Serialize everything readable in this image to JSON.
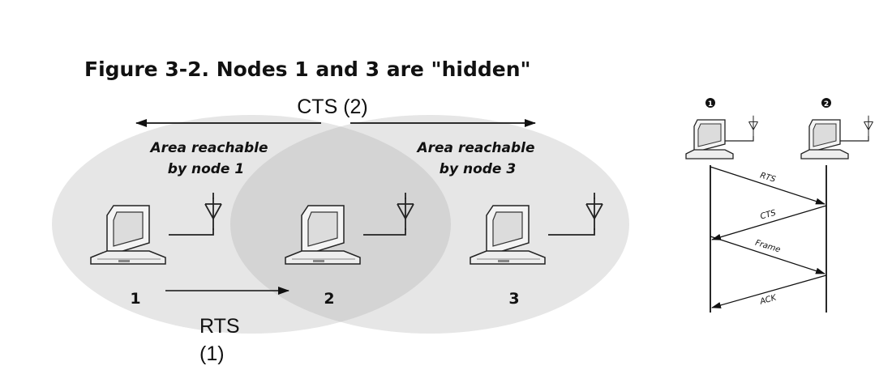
{
  "figure": {
    "title": "Figure 3-2. Nodes 1 and 3 are \"hidden\"",
    "cts_label": "CTS (2)",
    "rts_label_line1": "RTS",
    "rts_label_line2": "(1)",
    "area1_line1": "Area reachable",
    "area1_line2": "by node 1",
    "area3_line1": "Area reachable",
    "area3_line2": "by node 3",
    "node_labels": [
      "1",
      "2",
      "3"
    ]
  },
  "sequence": {
    "station_a_badge": "1",
    "station_b_badge": "2",
    "messages": [
      "RTS",
      "CTS",
      "Frame",
      "ACK"
    ]
  },
  "colors": {
    "ellipse_fill": "#e6e6e6",
    "ellipse_overlap": "#d4d4d4",
    "stroke": "#111111",
    "laptop_body": "#f4f4f4",
    "laptop_screen": "#dcdcdc"
  }
}
